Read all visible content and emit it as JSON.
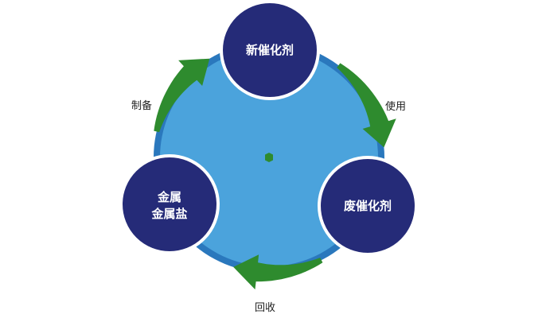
{
  "colors": {
    "ring_outer": "#2a78bd",
    "ring_inner": "#4ba3dc",
    "node_fill": "#252b78",
    "node_border": "#ffffff",
    "arrow": "#2e8b2e",
    "center_dot": "#2e8b2e",
    "node_text": "#ffffff",
    "edge_text": "#222222"
  },
  "nodes": {
    "new_catalyst": {
      "lines": [
        "新催化剂"
      ]
    },
    "spent_catalyst": {
      "lines": [
        "废催化剂"
      ]
    },
    "metal_salts": {
      "lines": [
        "金属",
        "金属盐"
      ]
    }
  },
  "edges": {
    "use": {
      "label": "使用",
      "from": "新催化剂",
      "to": "废催化剂"
    },
    "recover": {
      "label": "回收",
      "from": "废催化剂",
      "to": "金属 金属盐"
    },
    "prepare": {
      "label": "制备",
      "from": "金属 金属盐",
      "to": "新催化剂"
    }
  }
}
